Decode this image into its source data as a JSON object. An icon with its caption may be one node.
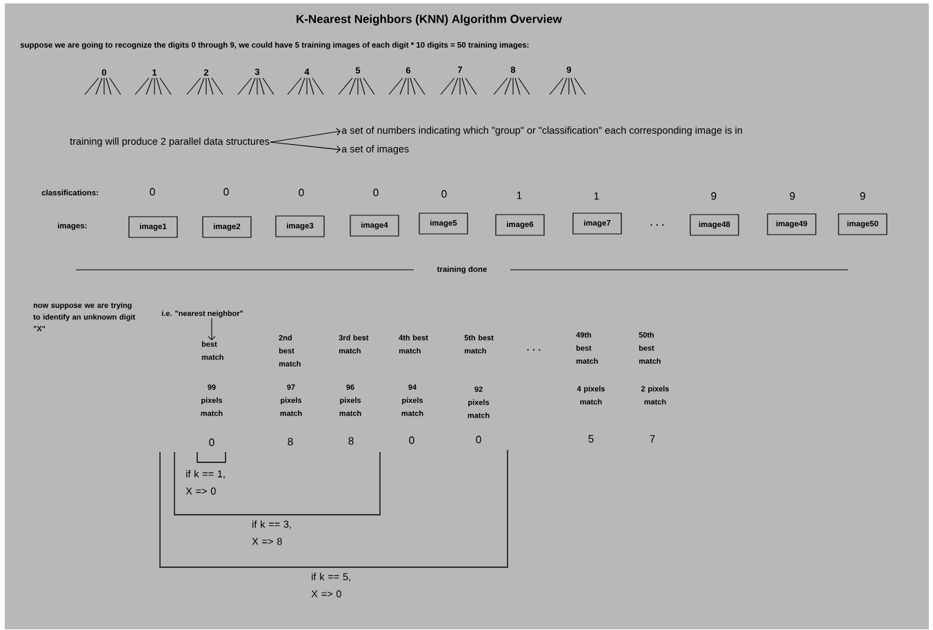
{
  "diagram": {
    "title": "K-Nearest Neighbors (KNN) Algorithm Overview",
    "nodes": [
      {
        "text": [
          "image1"
        ]
      },
      {
        "text": [
          "image2"
        ]
      },
      {
        "text": [
          "image3"
        ]
      },
      {
        "text": [
          "image4"
        ]
      },
      {
        "text": [
          "image5"
        ]
      },
      {
        "text": [
          "image6"
        ]
      },
      {
        "text": [
          "image7"
        ]
      },
      {
        "text": [
          "image48"
        ]
      },
      {
        "text": [
          "image49"
        ]
      },
      {
        "text": [
          "image50"
        ]
      },
      {
        "text": [
          "training will produce 2 parallel data structures"
        ]
      },
      {
        "text": [
          "a set of numbers indicating which \"group\" or \"classification\" each corresponding image is in"
        ]
      },
      {
        "text": [
          "a set of images"
        ]
      },
      {
        "text": [
          "i.e. \"nearest neighbor\""
        ]
      },
      {
        "text": [
          "best match"
        ]
      }
    ],
    "edges": [
      {
        "from": 10,
        "to": 11,
        "arrow": "to"
      },
      {
        "from": 10,
        "to": 12,
        "arrow": "to"
      },
      {
        "from": 13,
        "to": 14,
        "arrow": "to"
      }
    ],
    "labels": [
      "suppose we are going to recognize the digits 0 through 9, we could have 5 training images of each digit * 10 digits = 50 training images:",
      "0",
      "1",
      "2",
      "3",
      "4",
      "5",
      "6",
      "7",
      "8",
      "9",
      "classifications:",
      "0",
      "0",
      "0",
      "0",
      "0",
      "1",
      "1",
      "9",
      "9",
      "9",
      "images:",
      ". . .",
      "training done",
      "now suppose we are trying to identify an unknown digit \"X\"",
      "2nd best match",
      "3rd best match",
      "4th best match",
      "5th best match",
      ". . .",
      "49th best match",
      "50th best match",
      "99 pixels match",
      "97 pixels match",
      "96 pixels match",
      "94 pixels match",
      "92 pixels match",
      "4 pixels match",
      "2 pixels match",
      "0",
      "8",
      "8",
      "0",
      "0",
      "5",
      "7",
      "if k == 1, X => 0",
      "if k == 3, X => 8",
      "if k == 5, X => 0"
    ]
  }
}
